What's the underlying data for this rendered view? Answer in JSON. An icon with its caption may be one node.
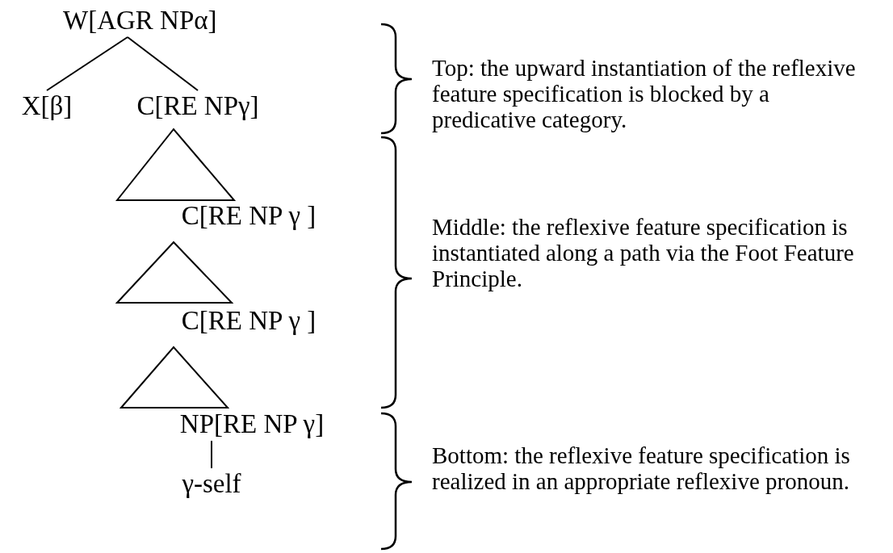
{
  "diagram": {
    "nodes": [
      {
        "text": [
          "W[AGR NPα]"
        ]
      },
      {
        "text": [
          "X[β]"
        ]
      },
      {
        "text": [
          "C[RE NPγ]"
        ]
      },
      {
        "text": [
          "C[RE NP γ ]"
        ]
      },
      {
        "text": [
          "C[RE NP γ ]"
        ]
      },
      {
        "text": [
          "NP[RE NP γ]"
        ]
      },
      {
        "text": [
          "γ-self"
        ]
      }
    ],
    "edges": [
      {
        "from": 0,
        "to": 1,
        "arrow": "none"
      },
      {
        "from": 0,
        "to": 2,
        "arrow": "none"
      },
      {
        "from": 5,
        "to": 6,
        "arrow": "none"
      }
    ],
    "labels": [
      "Top: the upward instantiation of the reflexive feature specification is blocked by a predicative category.",
      "Middle: the reflexive feature specification is instantiated along a path via the Foot Feature Principle.",
      "Bottom: the reflexive feature specification is realized in an appropriate reflexive pronoun."
    ]
  }
}
